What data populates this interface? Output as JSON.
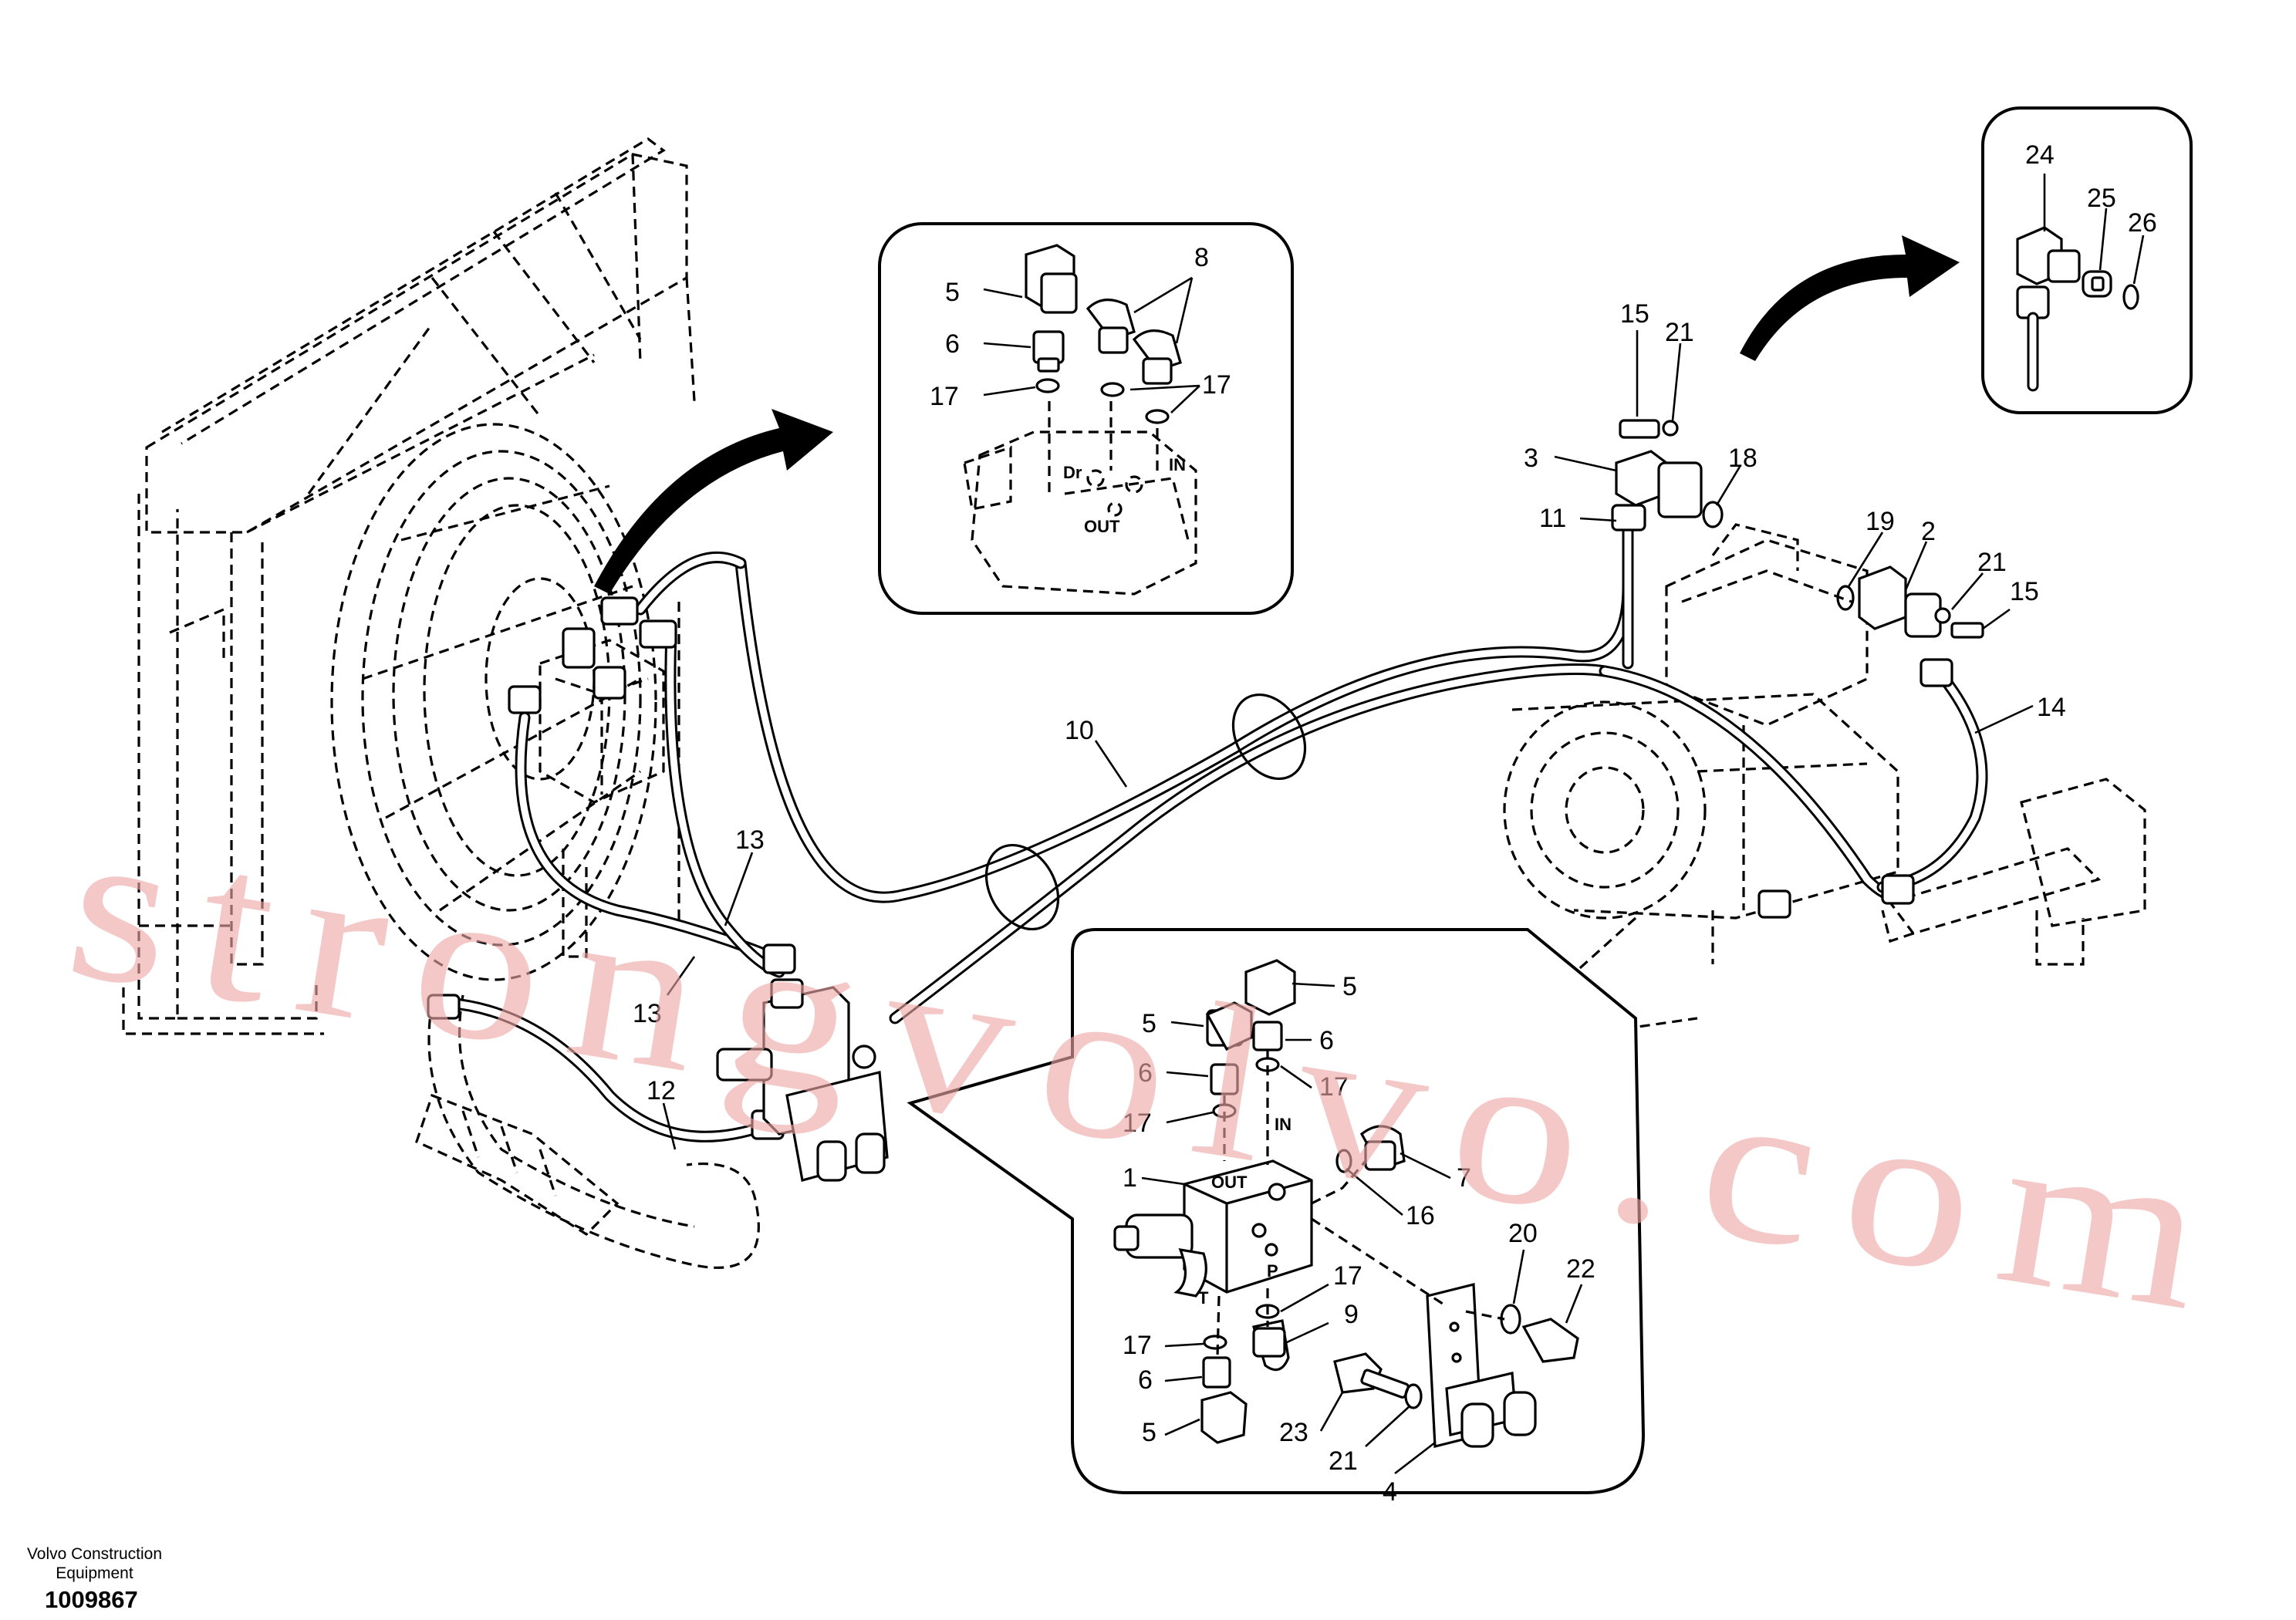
{
  "watermark": {
    "text": "strongvolvo.com"
  },
  "footer": {
    "company_line1": "Volvo Construction",
    "company_line2": "Equipment",
    "drawing_number": "1009867"
  },
  "port_labels": {
    "dr": "Dr",
    "in": "IN",
    "out": "OUT",
    "t": "T",
    "p": "P"
  },
  "callouts": {
    "c1": "1",
    "c2": "2",
    "c3": "3",
    "c4": "4",
    "c5": "5",
    "c6": "6",
    "c7": "7",
    "c8": "8",
    "c9": "9",
    "c10": "10",
    "c11": "11",
    "c12": "12",
    "c13": "13",
    "c14": "14",
    "c15": "15",
    "c16": "16",
    "c17": "17",
    "c18": "18",
    "c19": "19",
    "c20": "20",
    "c21": "21",
    "c22": "22",
    "c23": "23",
    "c24": "24",
    "c25": "25",
    "c26": "26"
  }
}
